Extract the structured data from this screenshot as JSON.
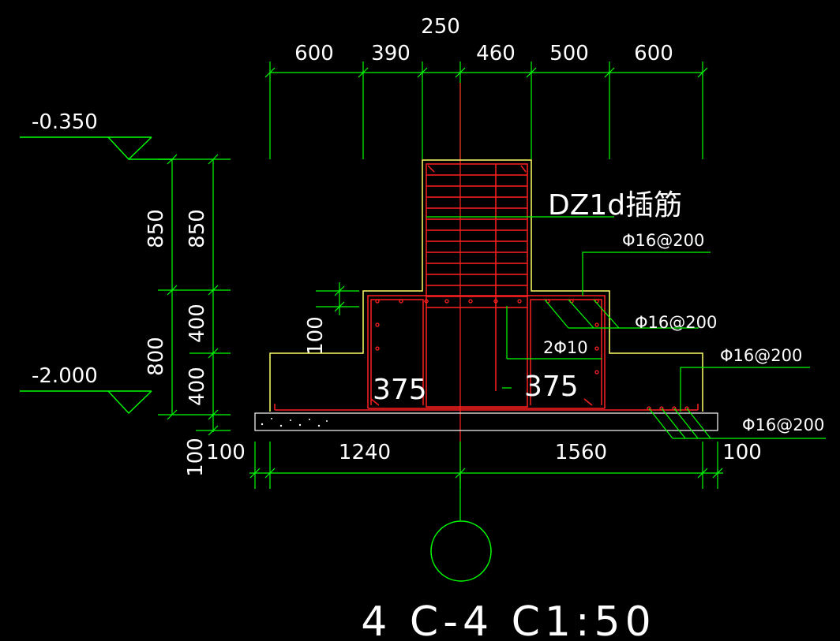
{
  "top_dims": {
    "d1": "250",
    "d2": "600",
    "d3": "390",
    "d4": "460",
    "d5": "500",
    "d6": "600"
  },
  "levels": {
    "top": "-0.350",
    "bottom": "-2.000"
  },
  "left_dims": {
    "outer_850": "850",
    "outer_800": "800",
    "inner_850": "850",
    "inner_400a": "400",
    "inner_400b": "400",
    "pad_100": "100",
    "step_100": "100"
  },
  "bottom_dims": {
    "left_100": "100",
    "left_1240": "1240",
    "right_1560": "1560",
    "right_100": "100"
  },
  "annotations": {
    "dz_label": "DZ1d插筋",
    "rebar_1": "Φ16@200",
    "rebar_2": "Φ16@200",
    "rebar_3": "Φ16@200",
    "rebar_4": "Φ16@200",
    "stirrup": "2Φ10",
    "inner_375_left": "375",
    "inner_375_right": "375"
  },
  "section_title": "4 C-4 C1:50",
  "colors": {
    "background": "#000000",
    "dimension": "#00ff00",
    "concrete": "#ffff66",
    "rebar": "#ff2020",
    "text": "#ffffff"
  }
}
